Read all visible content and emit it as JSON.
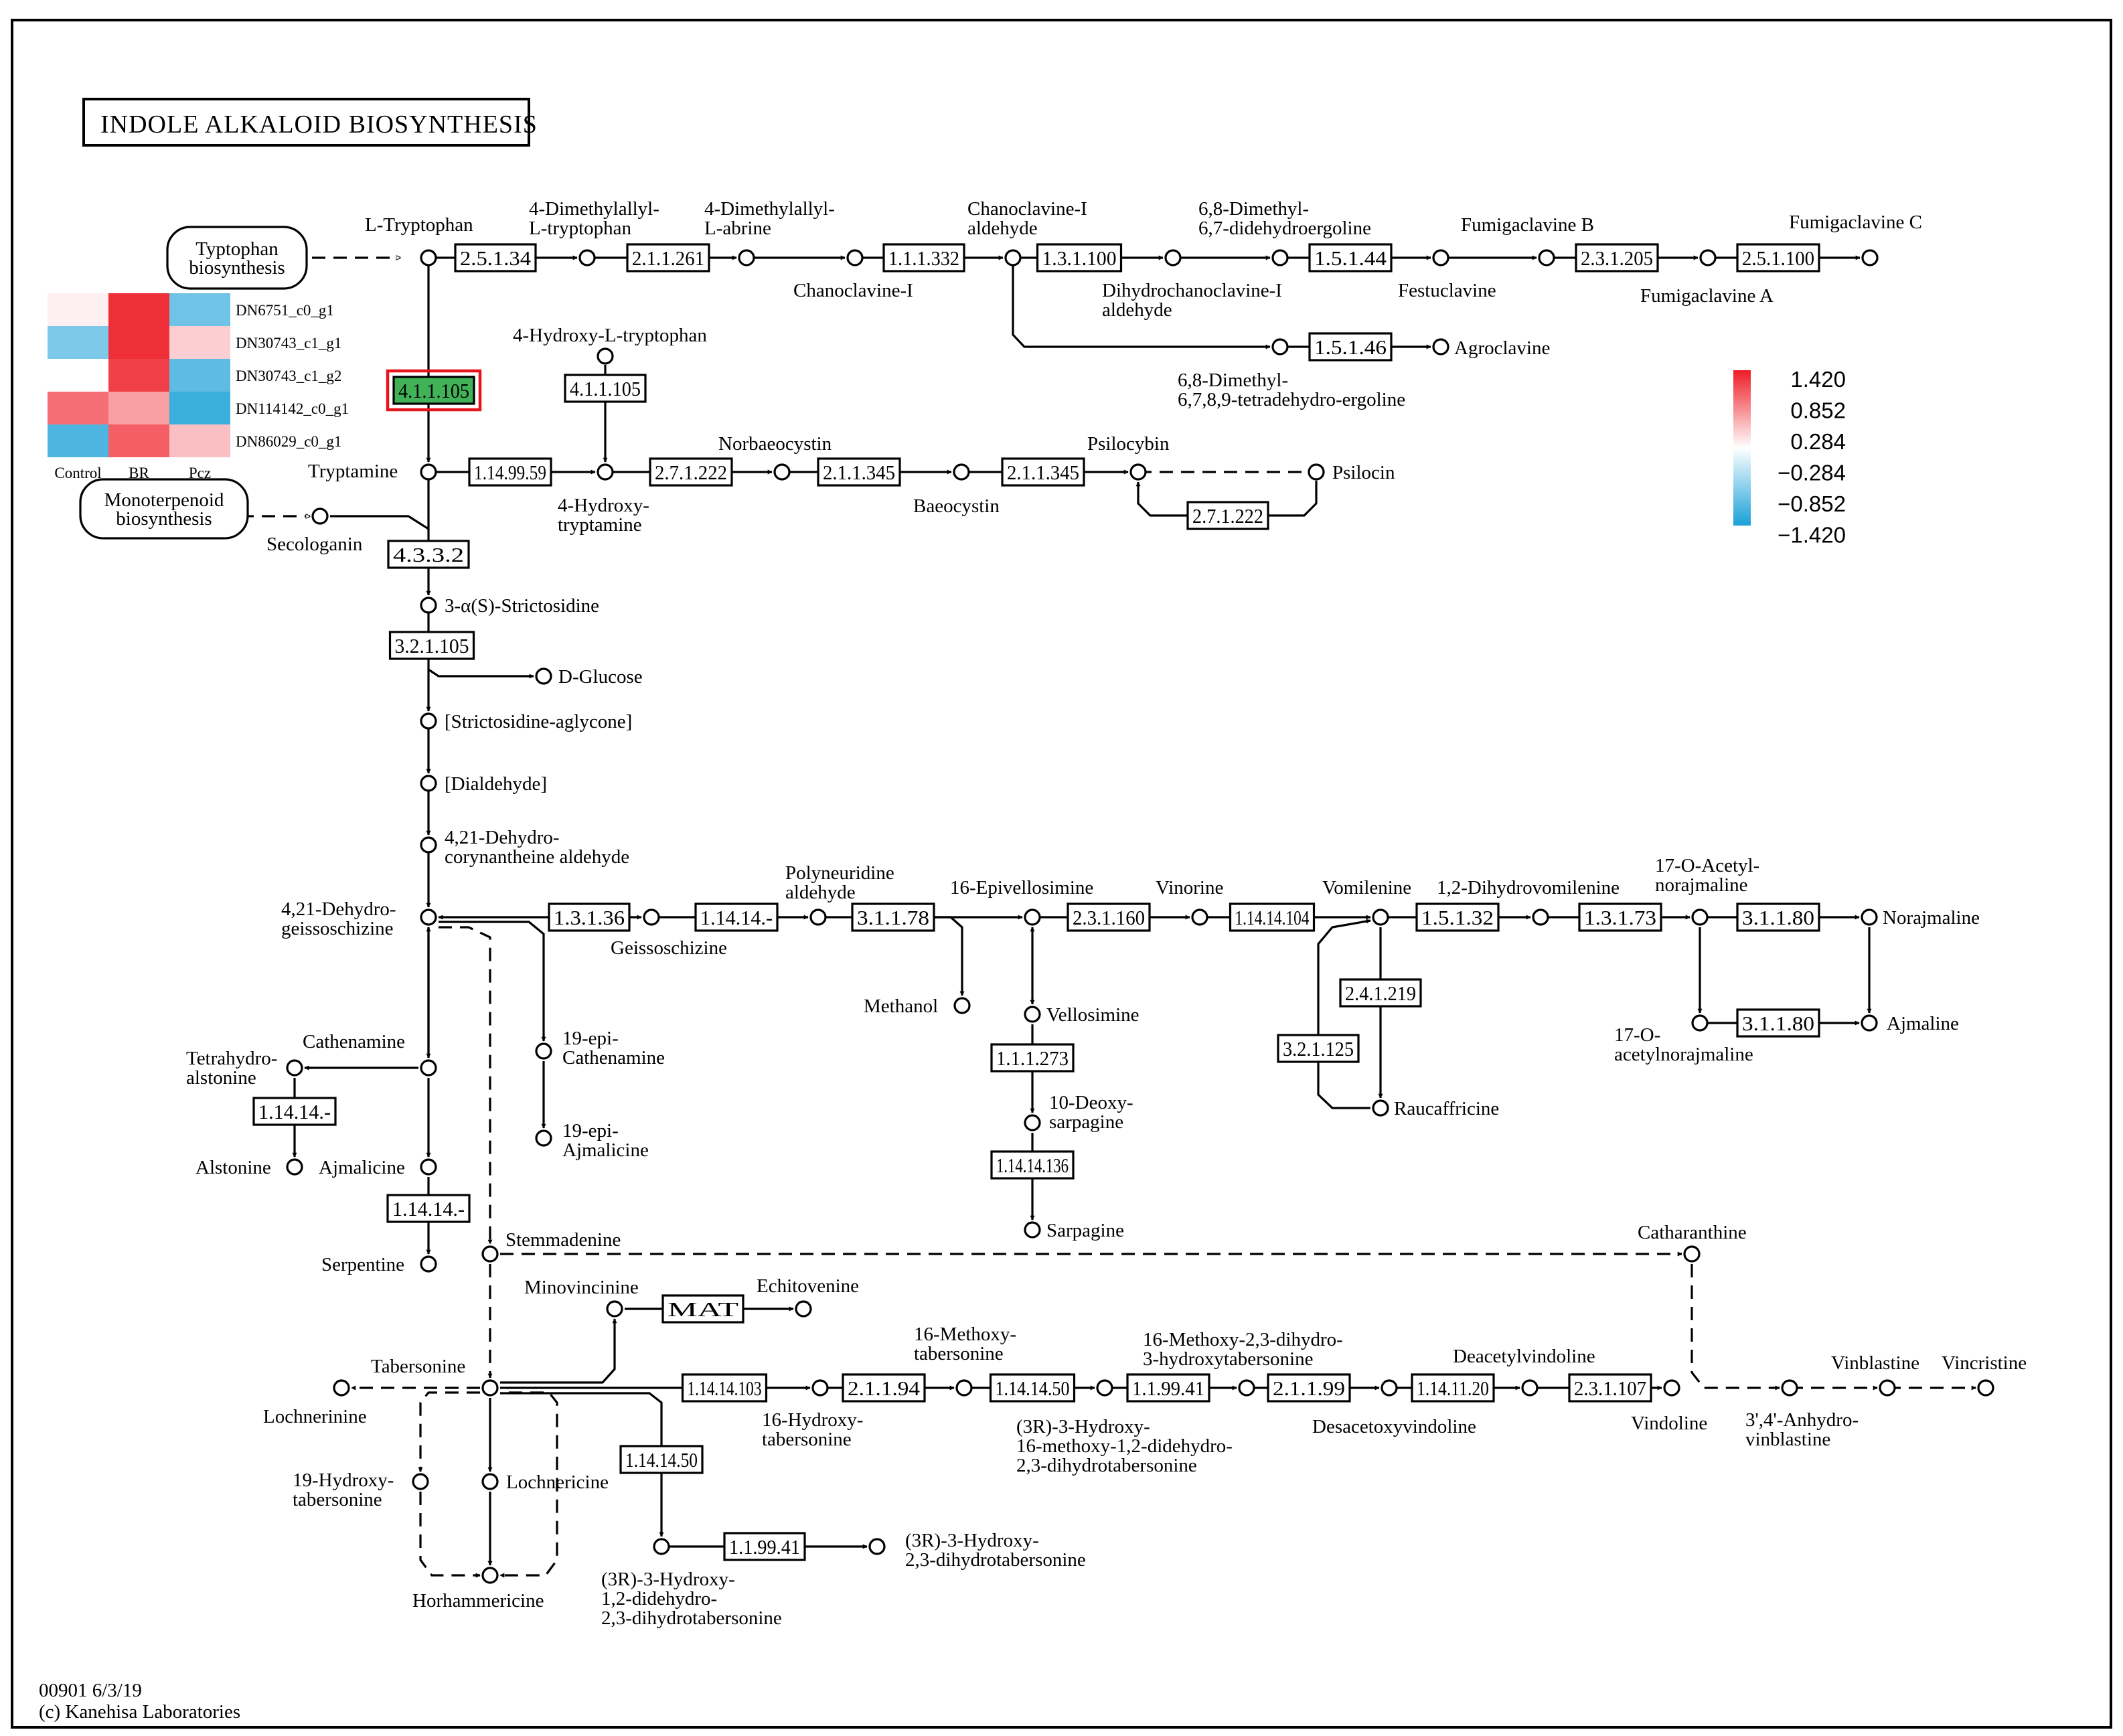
{
  "title": "INDOLE ALKALOID BIOSYNTHESIS",
  "footer": {
    "id_line": "00901 6/3/19",
    "copyright": "(c) Kanehisa Laboratories"
  },
  "maps": [
    {
      "id": "m1",
      "lines": [
        "Typtophan",
        "biosynthesis"
      ]
    },
    {
      "id": "m2",
      "lines": [
        "Monoterpenoid",
        "biosynthesis"
      ]
    }
  ],
  "compounds": [
    {
      "id": "ltrp",
      "lines": [
        "L-Tryptophan"
      ]
    },
    {
      "id": "dmat",
      "lines": [
        "4-Dimethylallyl-",
        "L-tryptophan"
      ]
    },
    {
      "id": "dmal",
      "lines": [
        "4-Dimethylallyl-",
        "L-abrine"
      ]
    },
    {
      "id": "chc",
      "lines": [
        "Chanoclavine-I"
      ]
    },
    {
      "id": "chca",
      "lines": [
        "Chanoclavine-I",
        "aldehyde"
      ]
    },
    {
      "id": "dhca",
      "lines": [
        "Dihydrochanoclavine-I",
        "aldehyde"
      ]
    },
    {
      "id": "dde",
      "lines": [
        "6,8-Dimethyl-",
        "6,7-didehydroergoline"
      ]
    },
    {
      "id": "fes",
      "lines": [
        "Festuclavine"
      ]
    },
    {
      "id": "fumb",
      "lines": [
        "Fumigaclavine B"
      ]
    },
    {
      "id": "fuma",
      "lines": [
        "Fumigaclavine A"
      ]
    },
    {
      "id": "fumc",
      "lines": [
        "Fumigaclavine C"
      ]
    },
    {
      "id": "agro",
      "lines": [
        "Agroclavine"
      ]
    },
    {
      "id": "tde",
      "lines": [
        "6,8-Dimethyl-",
        "6,7,8,9-tetradehydro-ergoline"
      ]
    },
    {
      "id": "hltrp",
      "lines": [
        "4-Hydroxy-L-tryptophan"
      ]
    },
    {
      "id": "trypt",
      "lines": [
        "Tryptamine"
      ]
    },
    {
      "id": "htrypt",
      "lines": [
        "4-Hydroxy-",
        "tryptamine"
      ]
    },
    {
      "id": "norb",
      "lines": [
        "Norbaeocystin"
      ]
    },
    {
      "id": "baeo",
      "lines": [
        "Baeocystin"
      ]
    },
    {
      "id": "psy",
      "lines": [
        "Psilocybin"
      ]
    },
    {
      "id": "psc",
      "lines": [
        "Psilocin"
      ]
    },
    {
      "id": "seco",
      "lines": [
        "Secologanin"
      ]
    },
    {
      "id": "stri",
      "lines": [
        "3-α(S)-Strictosidine"
      ]
    },
    {
      "id": "glu",
      "lines": [
        "D-Glucose"
      ]
    },
    {
      "id": "agly",
      "lines": [
        "[Strictosidine-aglycone]"
      ]
    },
    {
      "id": "dial",
      "lines": [
        "[Dialdehyde]"
      ]
    },
    {
      "id": "coryn",
      "lines": [
        "4,21-Dehydro-",
        "corynantheine aldehyde"
      ]
    },
    {
      "id": "geiss",
      "lines": [
        "4,21-Dehydro-",
        "geissoschizine"
      ]
    },
    {
      "id": "geis2",
      "lines": [
        "Geissoschizine"
      ]
    },
    {
      "id": "poly",
      "lines": [
        "Polyneuridine",
        "aldehyde"
      ]
    },
    {
      "id": "meth",
      "lines": [
        "Methanol"
      ]
    },
    {
      "id": "epiv",
      "lines": [
        "16-Epivellosimine"
      ]
    },
    {
      "id": "vino",
      "lines": [
        "Vinorine"
      ]
    },
    {
      "id": "vomi",
      "lines": [
        "Vomilenine"
      ]
    },
    {
      "id": "dhv",
      "lines": [
        "1,2-Dihydrovomilenine"
      ]
    },
    {
      "id": "acnor",
      "lines": [
        "17-O-Acetyl-",
        "norajmaline"
      ]
    },
    {
      "id": "nor",
      "lines": [
        "Norajmaline"
      ]
    },
    {
      "id": "ajm",
      "lines": [
        "Ajmaline"
      ]
    },
    {
      "id": "oac",
      "lines": [
        "17-O-",
        "acetylnorajmaline"
      ]
    },
    {
      "id": "rauc",
      "lines": [
        "Raucaffricine"
      ]
    },
    {
      "id": "vell",
      "lines": [
        "Vellosimine"
      ]
    },
    {
      "id": "deox",
      "lines": [
        "10-Deoxy-",
        "sarpagine"
      ]
    },
    {
      "id": "sarp",
      "lines": [
        "Sarpagine"
      ]
    },
    {
      "id": "cath",
      "lines": [
        "Cathenamine"
      ]
    },
    {
      "id": "tha",
      "lines": [
        "Tetrahydro-",
        "alstonine"
      ]
    },
    {
      "id": "alst",
      "lines": [
        "Alstonine"
      ]
    },
    {
      "id": "ajml",
      "lines": [
        "Ajmalicine"
      ]
    },
    {
      "id": "serp",
      "lines": [
        "Serpentine"
      ]
    },
    {
      "id": "epic",
      "lines": [
        "19-epi-",
        "Cathenamine"
      ]
    },
    {
      "id": "epia",
      "lines": [
        "19-epi-",
        "Ajmalicine"
      ]
    },
    {
      "id": "stem",
      "lines": [
        "Stemmadenine"
      ]
    },
    {
      "id": "catha",
      "lines": [
        "Catharanthine"
      ]
    },
    {
      "id": "minov",
      "lines": [
        "Minovincinine"
      ]
    },
    {
      "id": "echi",
      "lines": [
        "Echitovenine"
      ]
    },
    {
      "id": "tabs",
      "lines": [
        "Tabersonine"
      ]
    },
    {
      "id": "lochn",
      "lines": [
        "Lochnerinine"
      ]
    },
    {
      "id": "htab",
      "lines": [
        "16-Hydroxy-",
        "tabersonine"
      ]
    },
    {
      "id": "mtab",
      "lines": [
        "16-Methoxy-",
        "tabersonine"
      ]
    },
    {
      "id": "rhm",
      "lines": [
        "(3R)-3-Hydroxy-",
        "16-methoxy-1,2-didehydro-",
        "2,3-dihydrotabersonine"
      ]
    },
    {
      "id": "mdh",
      "lines": [
        "16-Methoxy-2,3-dihydro-",
        "3-hydroxytabersonine"
      ]
    },
    {
      "id": "dac",
      "lines": [
        "Deacetylvindoline"
      ]
    },
    {
      "id": "dxv",
      "lines": [
        "Desacetoxyvindoline"
      ]
    },
    {
      "id": "vind",
      "lines": [
        "Vindoline"
      ]
    },
    {
      "id": "anh",
      "lines": [
        "3',4'-Anhydro-",
        "vinblastine"
      ]
    },
    {
      "id": "vinb",
      "lines": [
        "Vinblastine"
      ]
    },
    {
      "id": "vinc",
      "lines": [
        "Vincristine"
      ]
    },
    {
      "id": "h19",
      "lines": [
        "19-Hydroxy-",
        "tabersonine"
      ]
    },
    {
      "id": "lochc",
      "lines": [
        "Lochnericine"
      ]
    },
    {
      "id": "horh",
      "lines": [
        "Horhammericine"
      ]
    },
    {
      "id": "rhd",
      "lines": [
        "(3R)-3-Hydroxy-",
        "1,2-didehydro-",
        "2,3-dihydrotabersonine"
      ]
    },
    {
      "id": "rhdh",
      "lines": [
        "(3R)-3-Hydroxy-",
        "2,3-dihydrotabersonine"
      ]
    }
  ],
  "enzymes": [
    {
      "id": "e1",
      "label": "2.5.1.34"
    },
    {
      "id": "e2",
      "label": "2.1.1.261"
    },
    {
      "id": "e3",
      "label": "1.1.1.332"
    },
    {
      "id": "e4",
      "label": "1.3.1.100"
    },
    {
      "id": "e5",
      "label": "1.5.1.44"
    },
    {
      "id": "e6",
      "label": "2.3.1.205"
    },
    {
      "id": "e7",
      "label": "2.5.1.100"
    },
    {
      "id": "e8",
      "label": "1.5.1.46"
    },
    {
      "id": "e9",
      "label": "4.1.1.105",
      "highlighted": true
    },
    {
      "id": "e10",
      "label": "4.1.1.105"
    },
    {
      "id": "e11",
      "label": "1.14.99.59"
    },
    {
      "id": "e12",
      "label": "2.7.1.222"
    },
    {
      "id": "e13",
      "label": "2.1.1.345"
    },
    {
      "id": "e14",
      "label": "2.1.1.345"
    },
    {
      "id": "e15",
      "label": "2.7.1.222"
    },
    {
      "id": "e16",
      "label": "4.3.3.2"
    },
    {
      "id": "e17",
      "label": "3.2.1.105"
    },
    {
      "id": "e18",
      "label": "1.3.1.36"
    },
    {
      "id": "e19",
      "label": "1.14.14.-"
    },
    {
      "id": "e20",
      "label": "3.1.1.78"
    },
    {
      "id": "e21",
      "label": "2.3.1.160"
    },
    {
      "id": "e22",
      "label": "1.14.14.104"
    },
    {
      "id": "e23",
      "label": "1.5.1.32"
    },
    {
      "id": "e24",
      "label": "1.3.1.73"
    },
    {
      "id": "e25",
      "label": "3.1.1.80"
    },
    {
      "id": "e26",
      "label": "3.1.1.80"
    },
    {
      "id": "e27",
      "label": "2.4.1.219"
    },
    {
      "id": "e28",
      "label": "3.2.1.125"
    },
    {
      "id": "e29",
      "label": "1.1.1.273"
    },
    {
      "id": "e30",
      "label": "1.14.14.136"
    },
    {
      "id": "e31",
      "label": "1.14.14.-"
    },
    {
      "id": "e32",
      "label": "1.14.14.-"
    },
    {
      "id": "e33",
      "label": "MAT"
    },
    {
      "id": "e34",
      "label": "1.14.14.103"
    },
    {
      "id": "e35",
      "label": "2.1.1.94"
    },
    {
      "id": "e36",
      "label": "1.14.14.50"
    },
    {
      "id": "e37",
      "label": "1.1.99.41"
    },
    {
      "id": "e38",
      "label": "2.1.1.99"
    },
    {
      "id": "e39",
      "label": "1.14.11.20"
    },
    {
      "id": "e40",
      "label": "2.3.1.107"
    },
    {
      "id": "e41",
      "label": "1.14.14.50"
    },
    {
      "id": "e42",
      "label": "1.1.99.41"
    }
  ],
  "heatmap": {
    "columns": [
      "Control",
      "BR",
      "Pcz"
    ],
    "rows": [
      {
        "name": "DN6751_c0_g1",
        "values": [
          0.1,
          1.3,
          -0.9
        ]
      },
      {
        "name": "DN30743_c1_g1",
        "values": [
          -0.8,
          1.3,
          0.3
        ]
      },
      {
        "name": "DN30743_c1_g2",
        "values": [
          0.0,
          1.2,
          -1.0
        ]
      },
      {
        "name": "DN114142_c0_g1",
        "values": [
          0.9,
          0.6,
          -1.2
        ]
      },
      {
        "name": "DN86029_c0_g1",
        "values": [
          -1.1,
          1.0,
          0.4
        ]
      }
    ],
    "legend": {
      "ticks": [
        "1.420",
        "0.852",
        "0.284",
        "−0.284",
        "−0.852",
        "−1.420"
      ],
      "min": -1.42,
      "max": 1.42,
      "colors": {
        "high": "#ee1c25",
        "mid": "#ffffff",
        "low": "#1aa0d8"
      }
    }
  }
}
